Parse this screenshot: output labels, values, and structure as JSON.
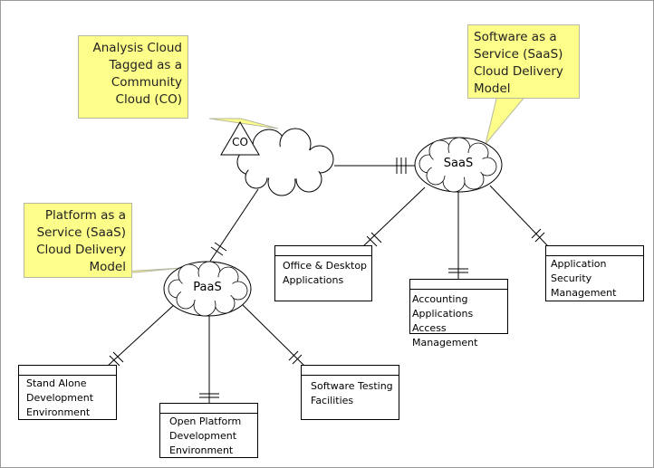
{
  "callouts": {
    "analysis": "Analysis Cloud\nTagged as a\nCommunity\nCloud (CO)",
    "saas_model": "Software as a\nService (SaaS)\nCloud Delivery\nModel",
    "paas_model": "Platform as a\nService (SaaS)\nCloud Delivery\nModel"
  },
  "clouds": {
    "community_tag": "CO",
    "saas": "SaaS",
    "paas": "PaaS"
  },
  "entities": {
    "office": "Office & Desktop\nApplications",
    "accounting": "Accounting\nApplications Access\nManagement",
    "security": "Application\nSecurity\nManagement",
    "standalone": "Stand Alone\nDevelopment\nEnvironment",
    "open_platform": "Open Platform\nDevelopment\nEnvironment",
    "testing": "Software Testing\nFacilities"
  },
  "colors": {
    "callout_fill": "#fdfd8a",
    "line": "#000000"
  }
}
